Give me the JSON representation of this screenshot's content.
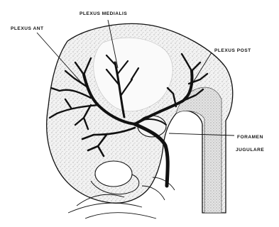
{
  "labels": {
    "plexus_medialis": "PLEXUS MEDIALIS",
    "plexus_ant": "PLEXUS ANT",
    "plexus_post": "PLEXUS POST",
    "foramen": "FORAMEN",
    "jugulare": "JUGULARE"
  },
  "colors": {
    "ink": "#111111",
    "tissue_fill": "#e9e9e9",
    "paper": "#ffffff"
  }
}
